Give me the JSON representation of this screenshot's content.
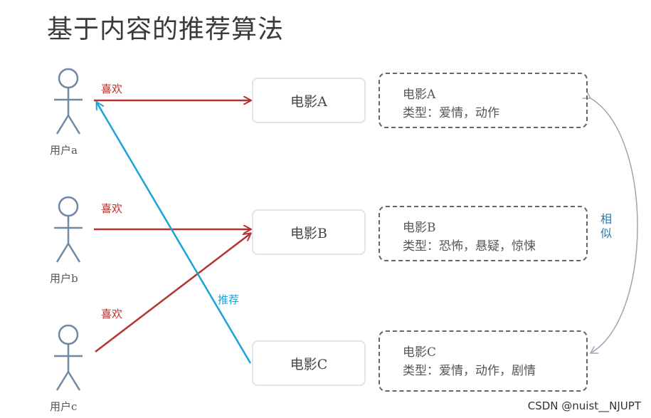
{
  "title": "基于内容的推荐算法",
  "users": [
    {
      "label": "用户a"
    },
    {
      "label": "用户b"
    },
    {
      "label": "用户c"
    }
  ],
  "edges": {
    "like_a": "喜欢",
    "like_b": "喜欢",
    "like_c": "喜欢",
    "recommend": "推荐"
  },
  "movies": [
    {
      "label": "电影A",
      "name": "电影A",
      "genre": "类型：爱情，动作"
    },
    {
      "label": "电影B",
      "name": "电影B",
      "genre": "类型：恐怖，悬疑，惊悚"
    },
    {
      "label": "电影C",
      "name": "电影C",
      "genre": "类型：爱情，动作，剧情"
    }
  ],
  "similar_label": "相似",
  "watermark": "CSDN @nuist__NJUPT",
  "colors": {
    "like": "#b5332e",
    "recommend": "#1aa3d9",
    "stick_figure": "#6f88a8",
    "similar_arc": "#9aa6b4"
  }
}
